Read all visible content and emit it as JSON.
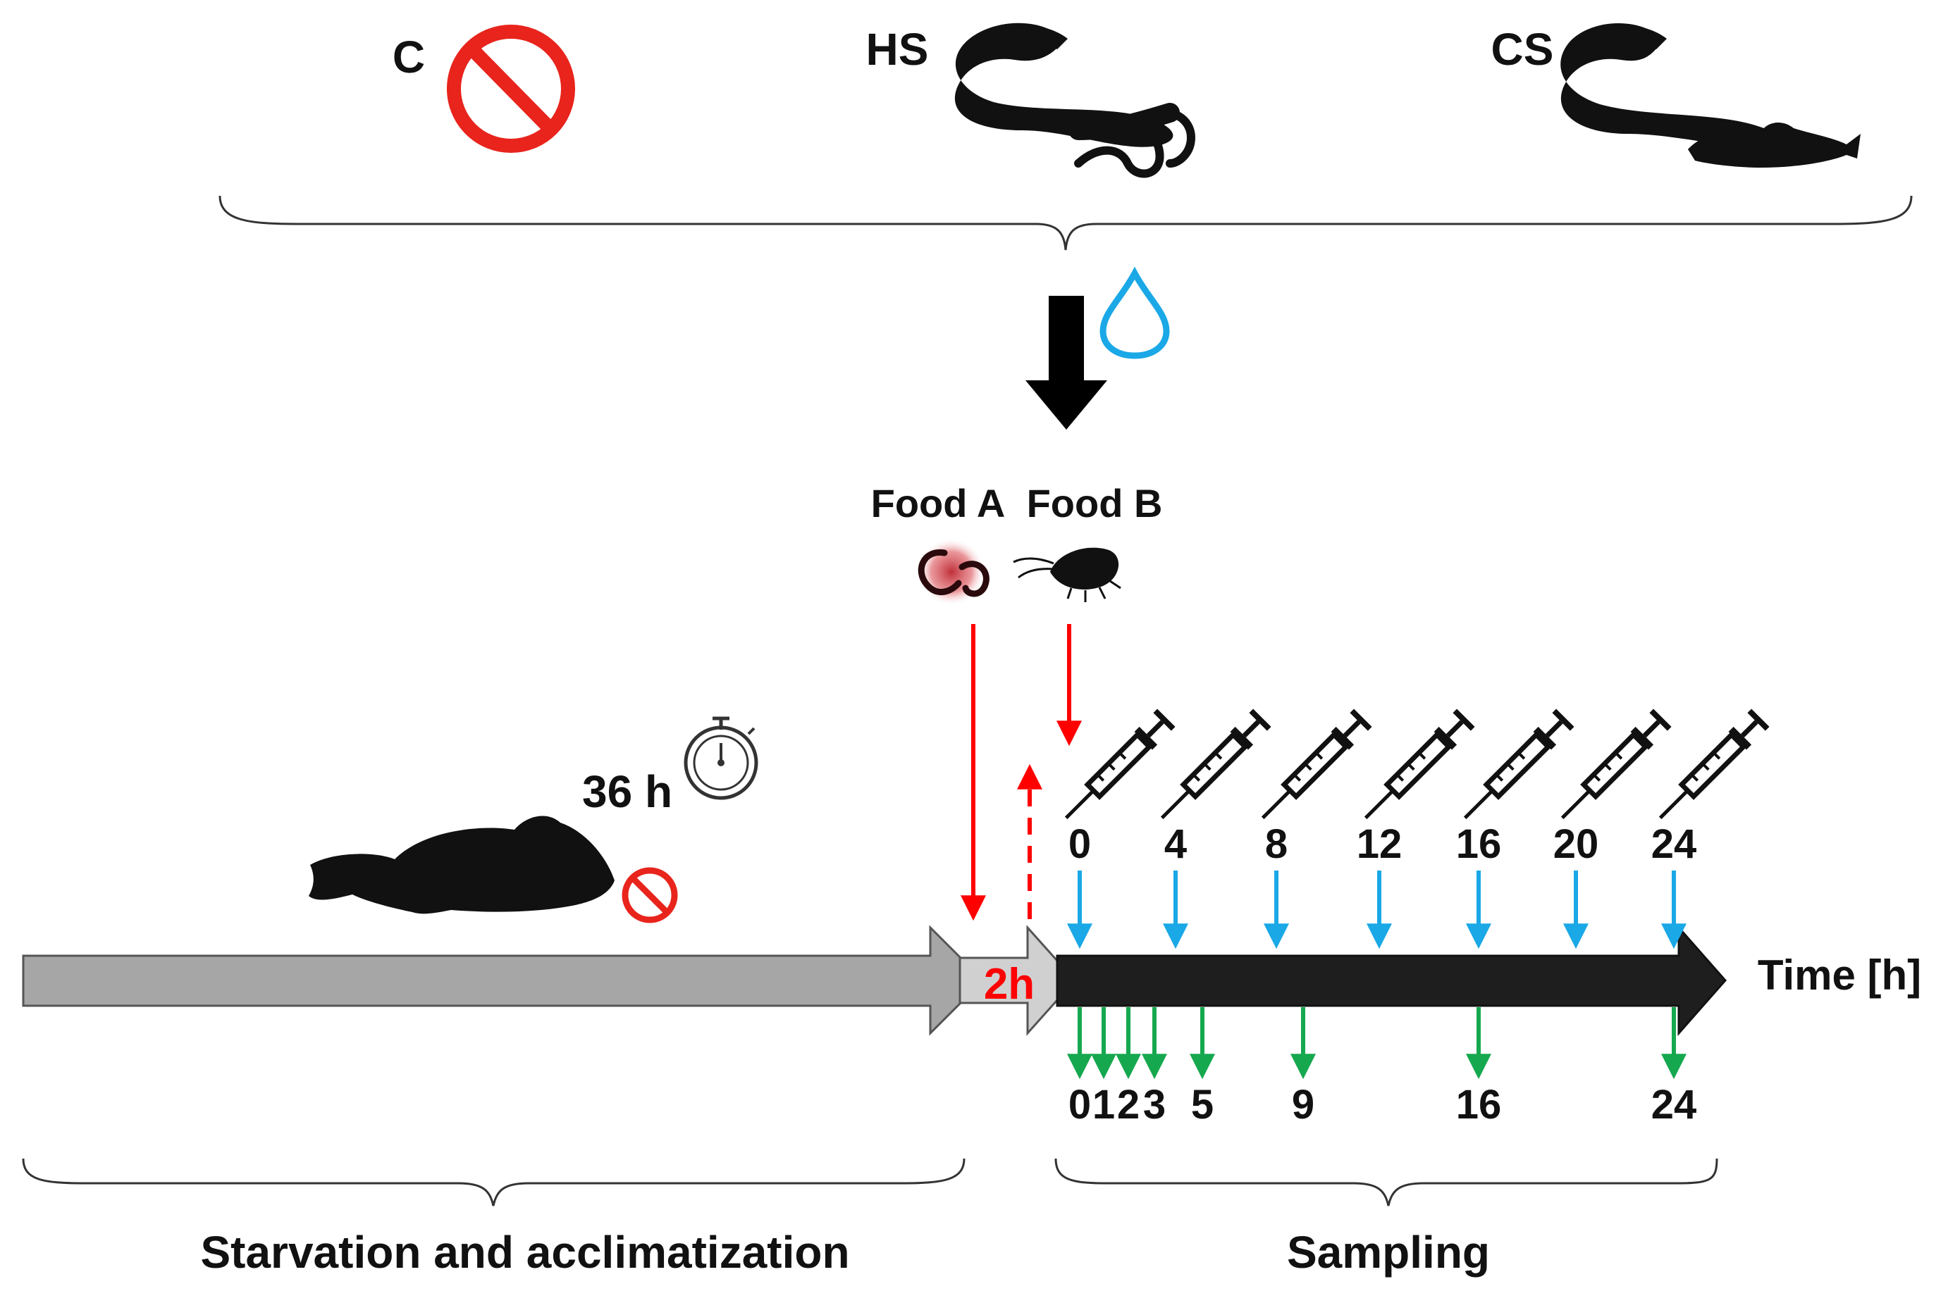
{
  "treatments": [
    {
      "label": "C",
      "icon": "prohibition-icon"
    },
    {
      "label": "HS",
      "icon": "eel-with-worm-icon"
    },
    {
      "label": "CS",
      "icon": "eel-with-fish-icon"
    }
  ],
  "water_icon": "water-drop-icon",
  "foods": {
    "a_label": "Food A",
    "a_icon": "bloodworm-icon",
    "b_label": "Food B",
    "b_icon": "amphipod-shrimp-icon"
  },
  "starvation": {
    "duration_label": "36 h",
    "timer_icon": "stopwatch-icon",
    "fish_icon": "goby-fish-icon",
    "no_food_icon": "prohibition-icon"
  },
  "gap_label": "2h",
  "time_axis_label": "Time [h]",
  "sampling_top": {
    "icon": "syringe-icon",
    "times": [
      "0",
      "4",
      "8",
      "12",
      "16",
      "20",
      "24"
    ]
  },
  "sampling_bottom": {
    "times": [
      "0",
      "1",
      "2",
      "3",
      "5",
      "9",
      "16",
      "24"
    ]
  },
  "phases": {
    "starvation_label": "Starvation and acclimatization",
    "sampling_label": "Sampling"
  },
  "colors": {
    "prohibition_red": "#e8241c",
    "food_arrow_red": "#ff0000",
    "blue_arrow": "#1aa8e6",
    "green_arrow": "#16a84f",
    "water_drop": "#1aa8e6",
    "starvation_bar": "#a6a6a6",
    "gap_bar": "#d0d0d0",
    "sampling_bar": "#1e1e1e"
  }
}
